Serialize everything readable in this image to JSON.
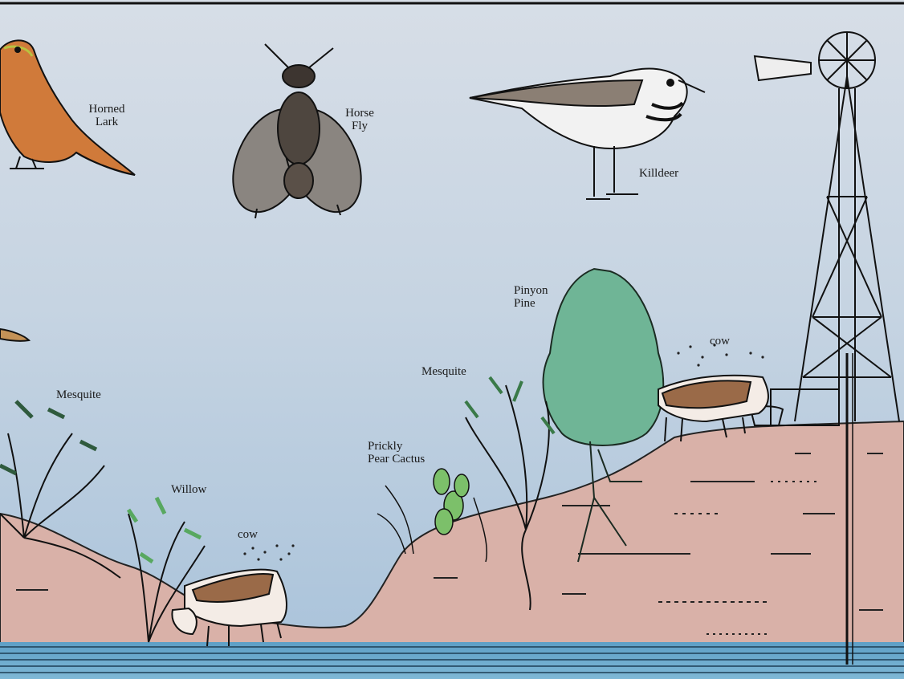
{
  "labels": {
    "horned_lark": "Horned\nLark",
    "horse_fly": "Horse\nFly",
    "killdeer": "Killdeer",
    "pinyon_pine": "Pinyon\nPine",
    "mesquite_left": "Mesquite",
    "mesquite_right": "Mesquite",
    "willow": "Willow",
    "prickly_pear": "Prickly\nPear Cactus",
    "cow_left": "cow",
    "cow_right": "cow"
  },
  "colors": {
    "sky_top": "#cdd6e2",
    "sky_bottom": "#a9c3dc",
    "soil": "#d9b1a8",
    "water": "#5fa3c9",
    "foliage": "#6fb596",
    "lark_orange": "#d07a3a",
    "cow_brown": "#9a6a48"
  }
}
